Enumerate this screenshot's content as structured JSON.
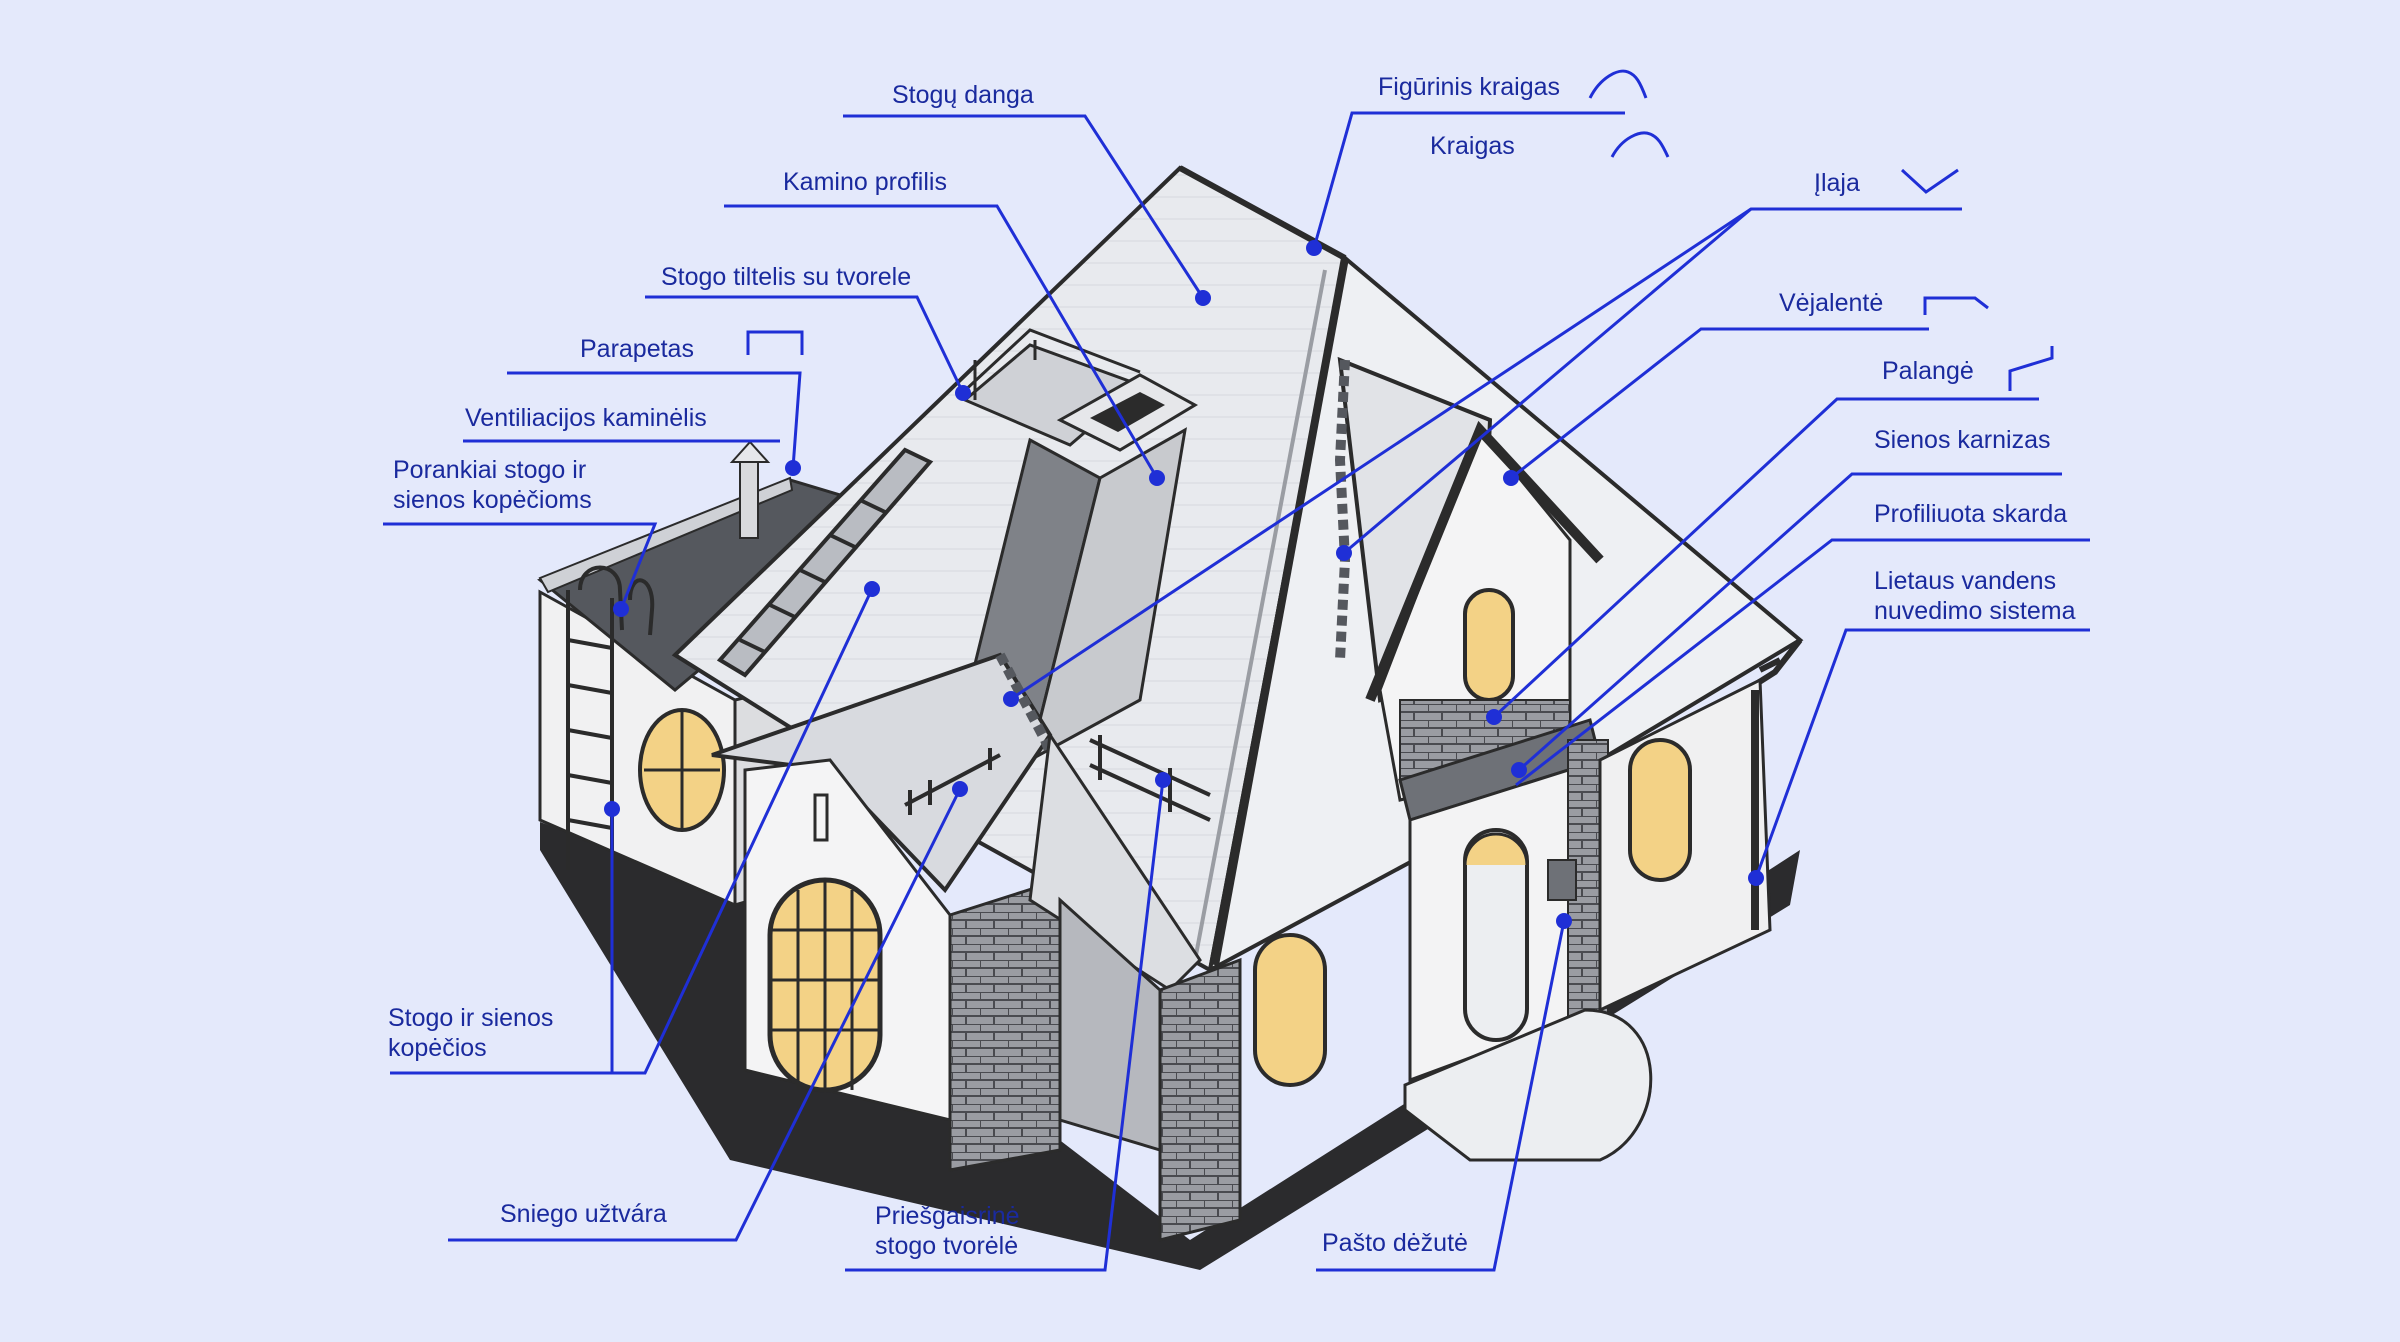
{
  "diagram": {
    "labels": {
      "stogu_danga": "Stogų danga",
      "kamino_profilis": "Kamino profilis",
      "stogo_tiltelis": "Stogo tiltelis su tvorele",
      "parapetas": "Parapetas",
      "ventiliacijos_kaminelis": "Ventiliacijos kaminėlis",
      "porankiai": "Porankiai stogo ir\nsienos kopėčioms",
      "kopecios": "Stogo ir sienos\nkopėčios",
      "sniego_uztvara": "Sniego užtvára",
      "priesgaisrine_tvorele": "Priešgaisrinė\nstogo tvorėlė",
      "pasto_dezute": "Pašto dėžutė",
      "figurinis_kraigas": "Figūrinis kraigas",
      "kraigas": "Kraigas",
      "ilaja": "Įlaja",
      "vejalente": "Vėjalentė",
      "palange": "Palangė",
      "sienos_karnizas": "Sienos karnizas",
      "profiliuota_skarda": "Profiliuota skarda",
      "lietaus_sistema": "Lietaus vandens\nnuvedimo sistema"
    },
    "colors": {
      "background": "#e4e9fb",
      "accent": "#1f2fd6",
      "label_text": "#1a2a9e",
      "outline": "#2b2b2b",
      "roof": "#e9ebef",
      "roof_shade": "#c9ccd2",
      "wall": "#f6f6f7",
      "brick": "#8e9097",
      "window_glow": "#f3d286",
      "flat_roof": "#55585e"
    }
  }
}
